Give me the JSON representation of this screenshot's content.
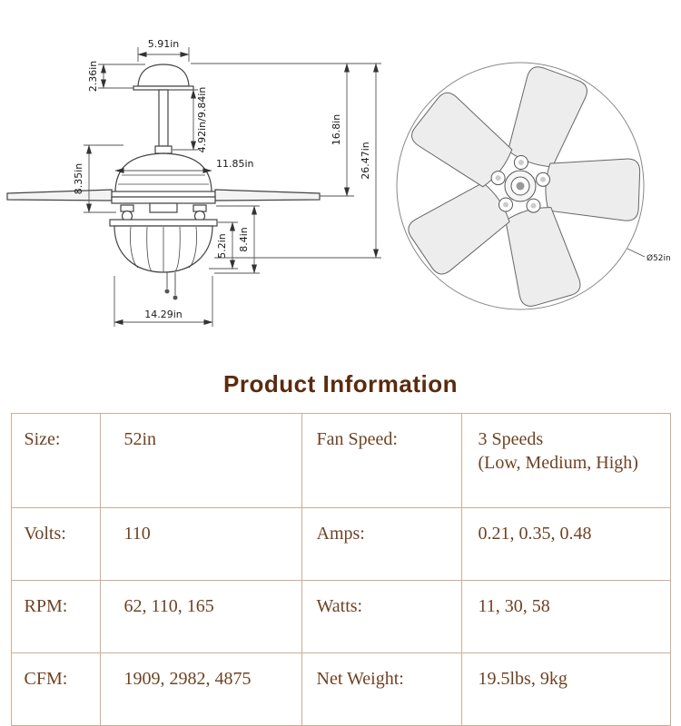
{
  "diagram": {
    "dims": {
      "canopy_width": "5.91in",
      "canopy_height": "2.36in",
      "downrod_length": "4.92in/9.84in",
      "motor_width": "11.85in",
      "motor_height": "8.35in",
      "top_to_blades": "16.8in",
      "total_height": "26.47in",
      "light_kit_height": "8.4in",
      "light_kit_inner_height": "5.2in",
      "base_width": "14.29in",
      "blade_sweep": "Ø52in"
    }
  },
  "product_info": {
    "title": "Product Information",
    "table": {
      "rows": [
        {
          "c0": "Size:",
          "c1": "52in",
          "c2": "Fan Speed:",
          "c3": "3 Speeds\n(Low, Medium, High)"
        },
        {
          "c0": "Volts:",
          "c1": "110",
          "c2": "Amps:",
          "c3": "0.21, 0.35, 0.48"
        },
        {
          "c0": "RPM:",
          "c1": "62, 110, 165",
          "c2": "Watts:",
          "c3": "11, 30, 58"
        },
        {
          "c0": "CFM:",
          "c1": "1909, 2982, 4875",
          "c2": "Net Weight:",
          "c3": "19.5lbs, 9kg"
        }
      ]
    }
  },
  "colors": {
    "title_text": "#5a2b0e",
    "table_text": "#6f4223",
    "table_border": "#c9af93",
    "diagram_line": "#444444"
  }
}
